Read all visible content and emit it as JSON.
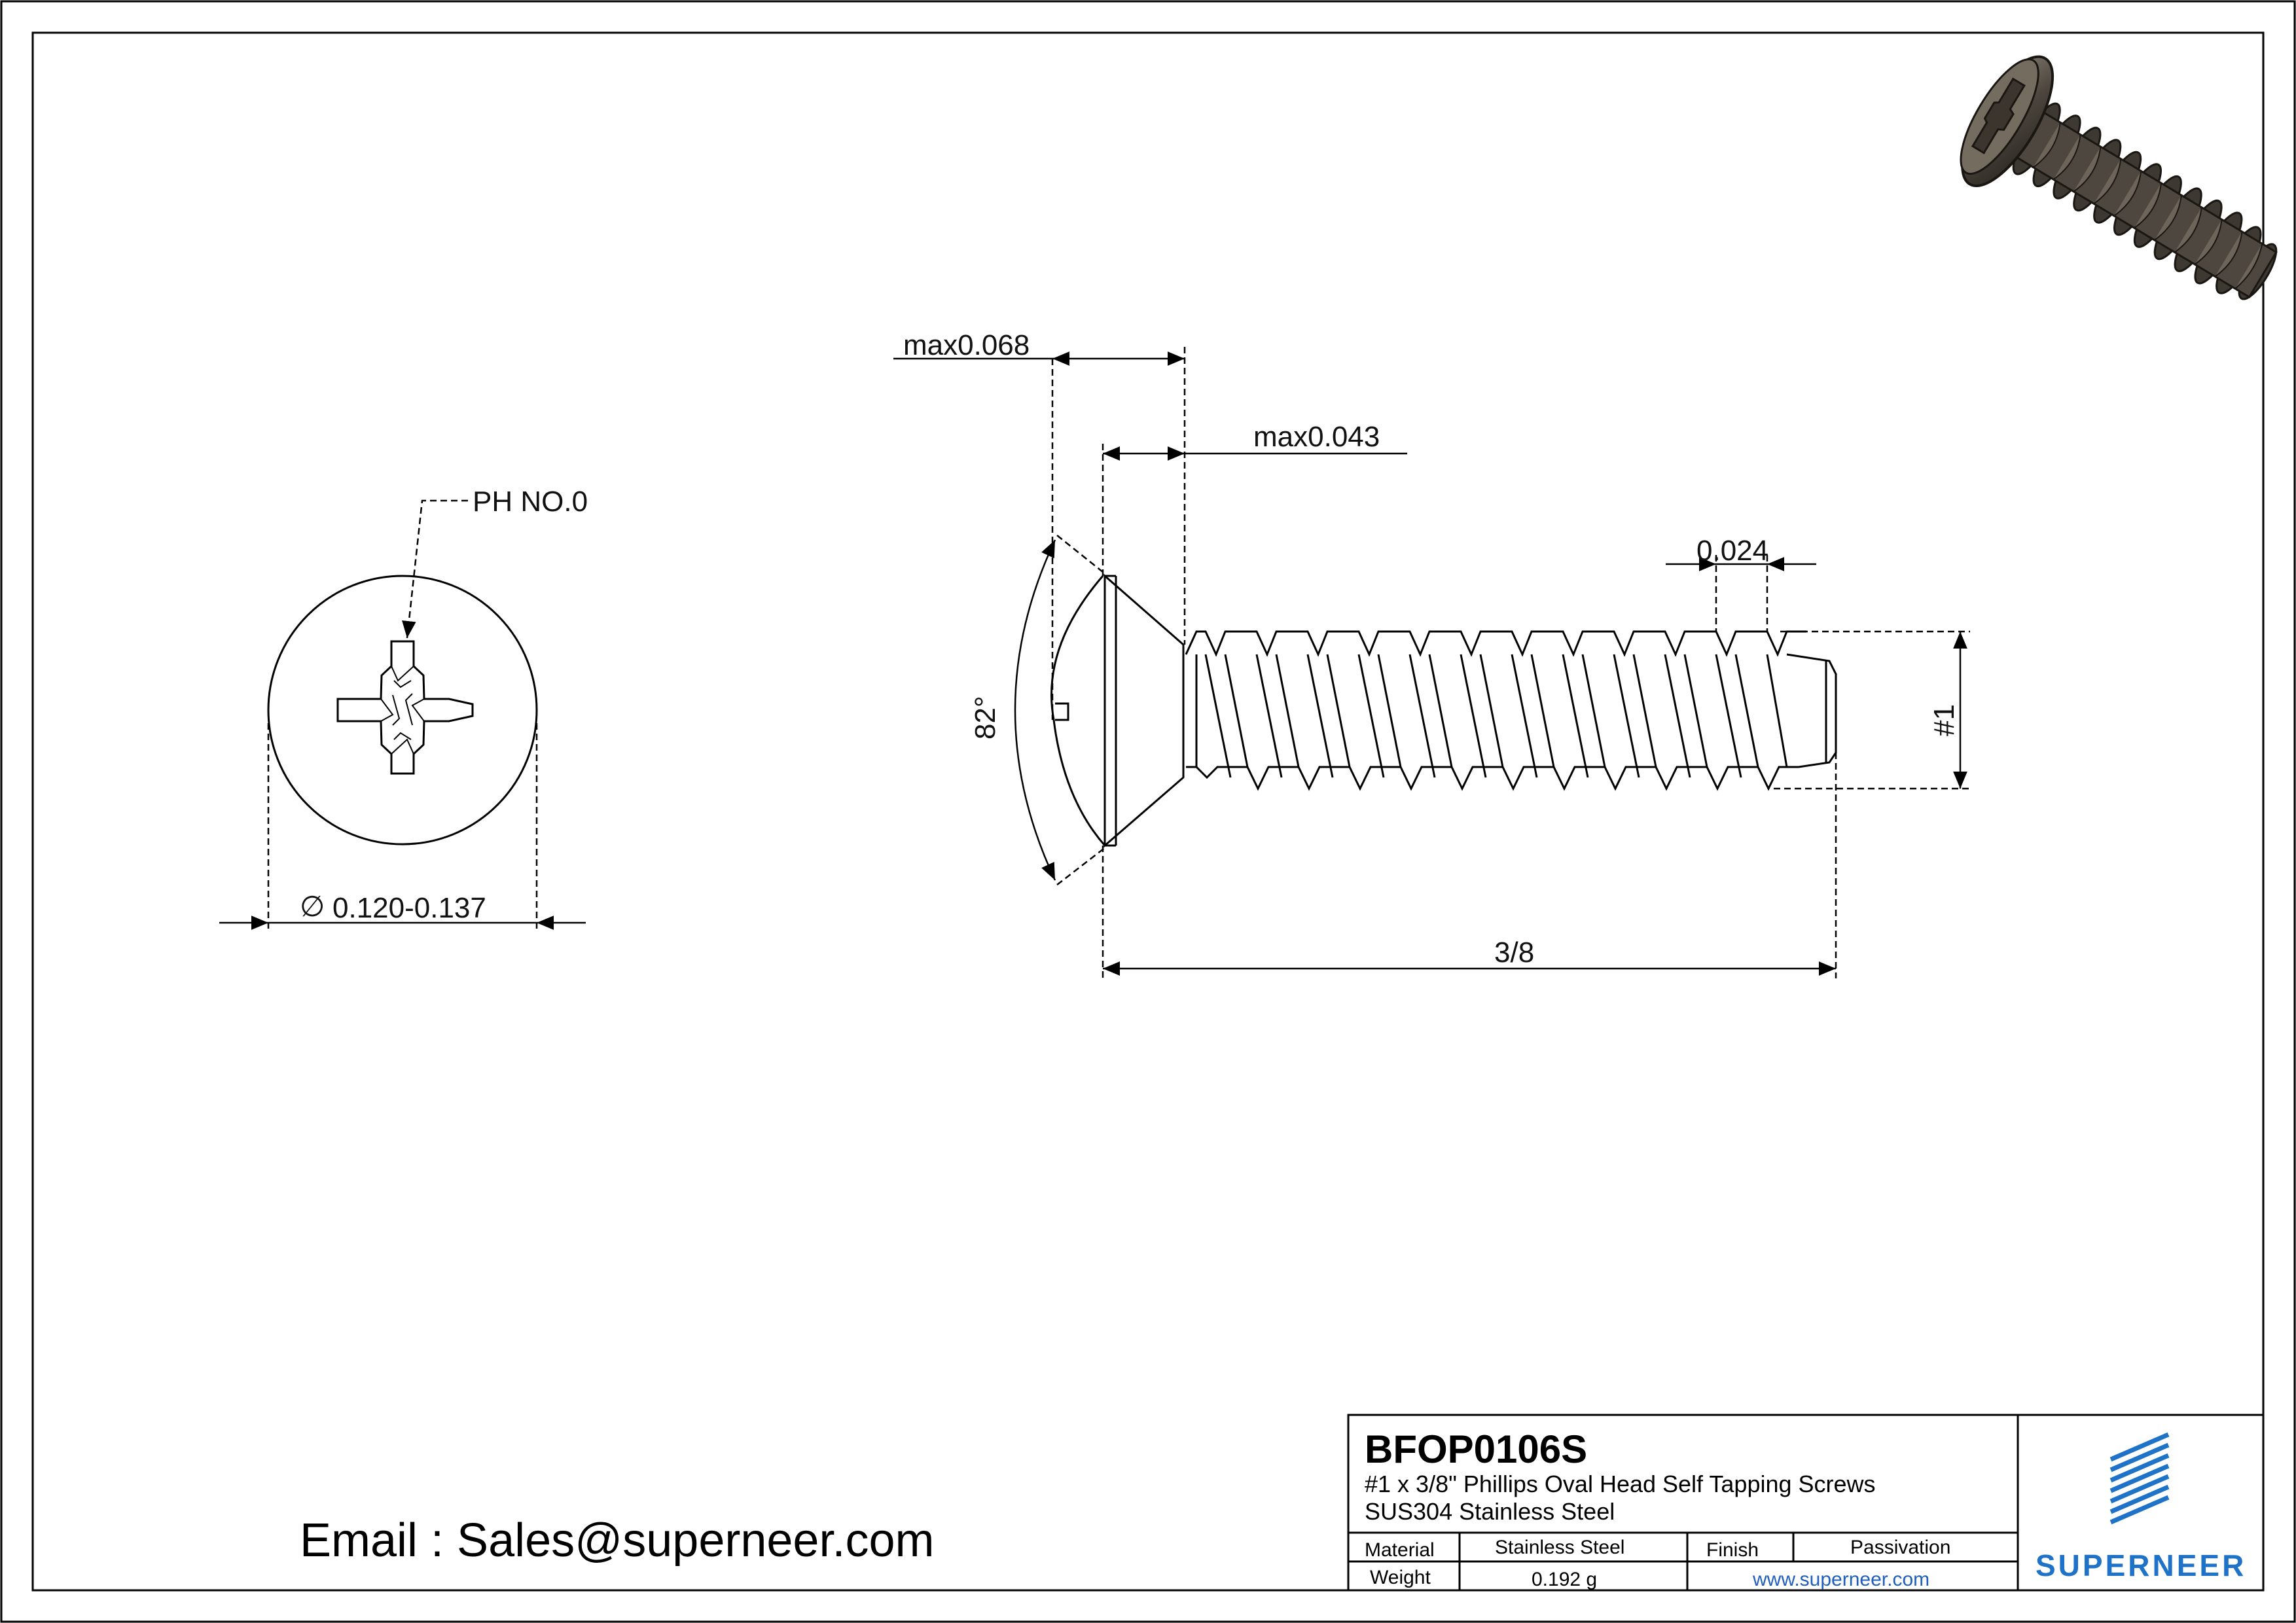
{
  "drawing": {
    "callouts": {
      "drive": "PH NO.0",
      "head_diameter": "0.120-0.137",
      "head_height": "max0.068",
      "recess_depth": "max0.043",
      "thread_pitch": "0.024",
      "head_angle": "82°",
      "size": "#1",
      "length": "3/8"
    },
    "diameter_symbol": "∅"
  },
  "title_block": {
    "part_number": "BFOP0106S",
    "description": "#1 x 3/8\" Phillips Oval Head Self Tapping Screws",
    "material_line": "SUS304 Stainless Steel",
    "material_label": "Material",
    "material_value": "Stainless Steel",
    "finish_label": "Finish",
    "finish_value": "Passivation",
    "weight_label": "Weight",
    "weight_value": "0.192 g",
    "website": "www.superneer.com",
    "logo_text": "SUPERNEER"
  },
  "contact": {
    "email": "Email : Sales@superneer.com"
  },
  "colors": {
    "line": "#000000",
    "logo_blue": "#1e73c8",
    "render_metal": "#5c544a"
  },
  "icons": {
    "diameter": "diameter-symbol-icon",
    "logo": "superneer-logo-icon"
  }
}
